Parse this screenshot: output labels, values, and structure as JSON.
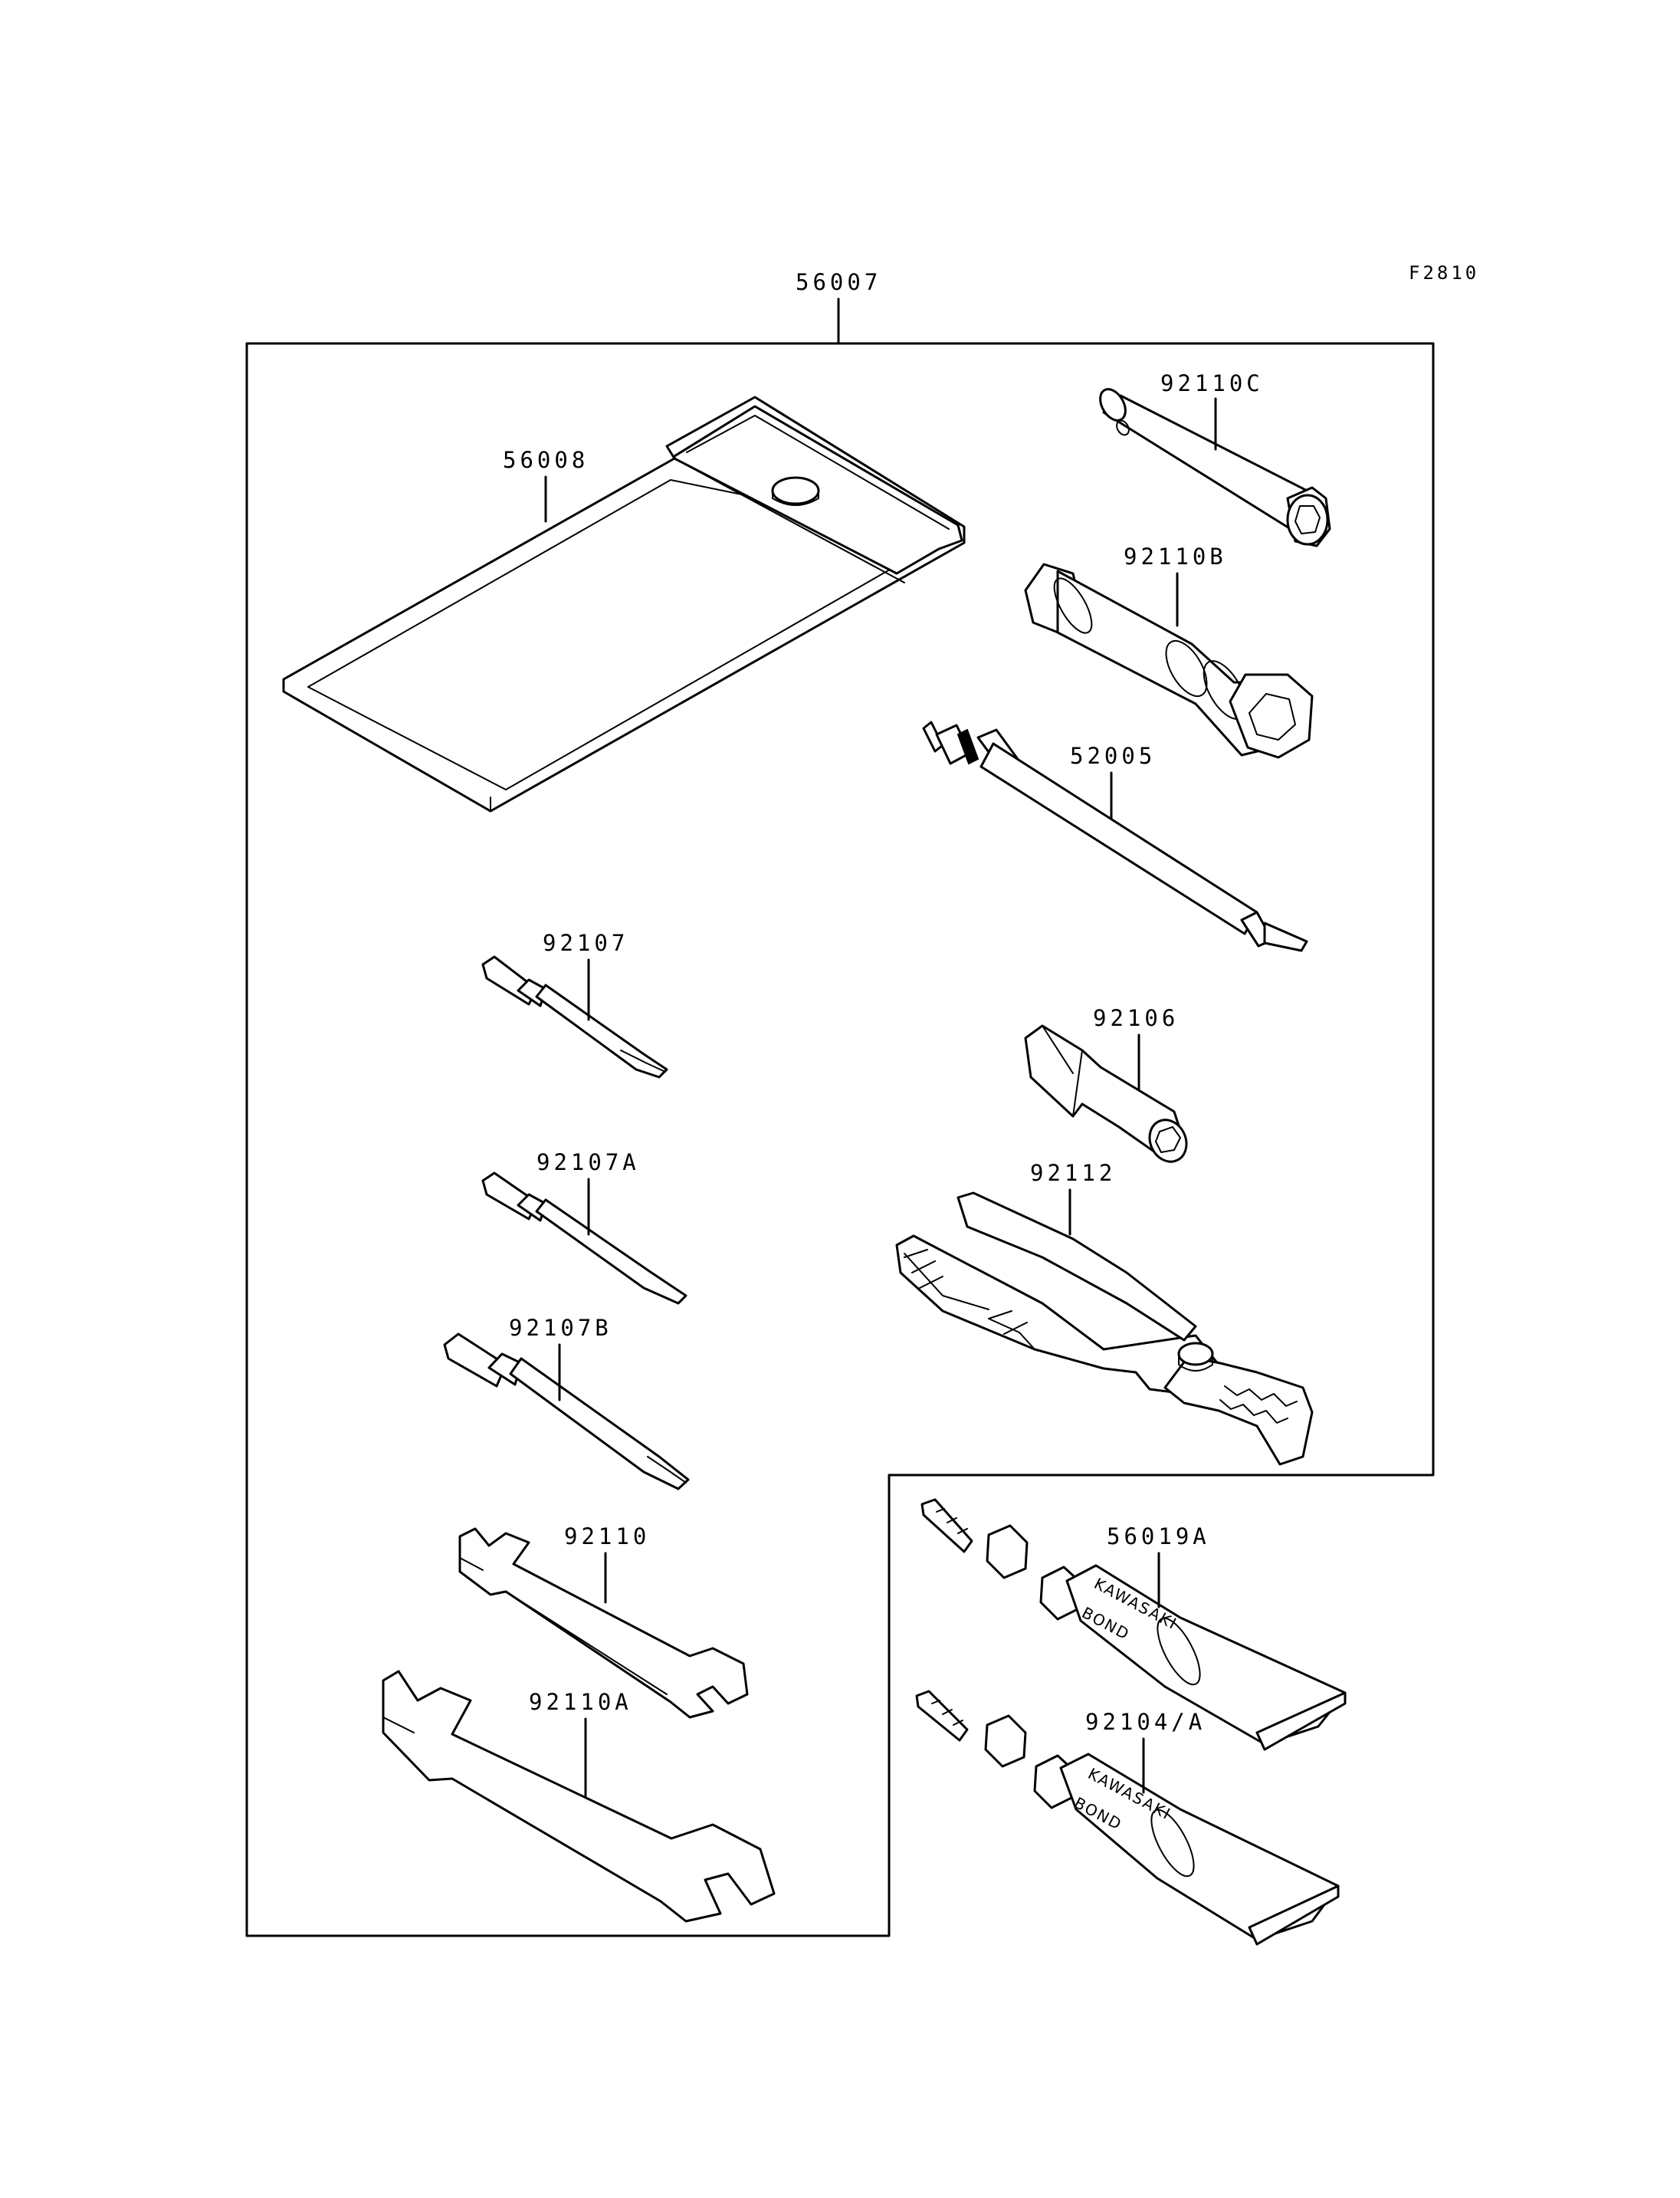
{
  "diagram": {
    "code": "F2810",
    "assembly": "56007",
    "parts": [
      {
        "id": "56008"
      },
      {
        "id": "92110C"
      },
      {
        "id": "92110B"
      },
      {
        "id": "52005"
      },
      {
        "id": "92107"
      },
      {
        "id": "92106"
      },
      {
        "id": "92107A"
      },
      {
        "id": "92112"
      },
      {
        "id": "92107B"
      },
      {
        "id": "56019A"
      },
      {
        "id": "92110"
      },
      {
        "id": "92104/A"
      },
      {
        "id": "92110A"
      }
    ],
    "tube_text": {
      "line1": "KAWASAKI",
      "line2": "BOND"
    }
  }
}
